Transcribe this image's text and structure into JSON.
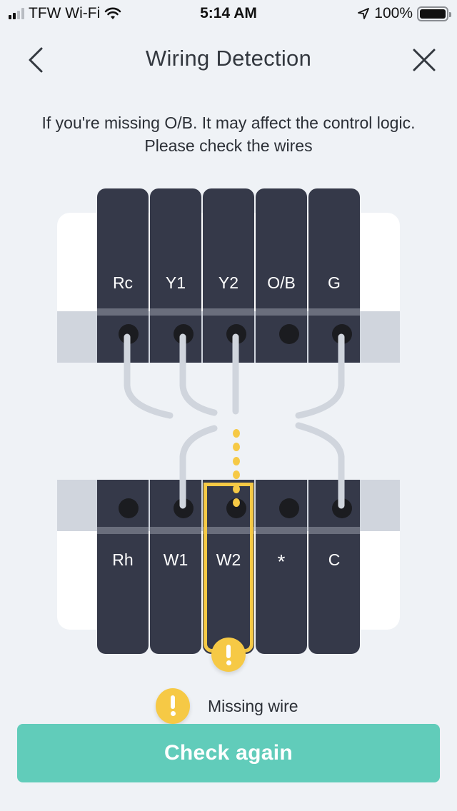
{
  "status_bar": {
    "carrier": "TFW Wi-Fi",
    "time": "5:14 AM",
    "battery": "100%",
    "signal_bars_active": 2,
    "signal_bars_total": 4,
    "icons": [
      "signal-icon",
      "wifi-icon",
      "location-arrow-icon",
      "battery-icon"
    ]
  },
  "header": {
    "title": "Wiring Detection",
    "back_icon": "chevron-left-icon",
    "close_icon": "close-icon"
  },
  "description": "If you're missing O/B. It may affect the control logic. Please check the wires",
  "wiring": {
    "upper_terminals": [
      {
        "label": "Rc",
        "wired": true
      },
      {
        "label": "Y1",
        "wired": true
      },
      {
        "label": "Y2",
        "wired": true
      },
      {
        "label": "O/B",
        "wired": false
      },
      {
        "label": "G",
        "wired": true
      }
    ],
    "lower_terminals": [
      {
        "label": "Rh",
        "wired": false
      },
      {
        "label": "W1",
        "wired": true
      },
      {
        "label": "W2",
        "wired": false,
        "status": "missing"
      },
      {
        "label": "*",
        "wired": false
      },
      {
        "label": "C",
        "wired": true
      }
    ],
    "colors": {
      "terminal": "#353949",
      "wire": "#d0d5dd",
      "warning": "#f6c945",
      "accent": "#61ccba"
    }
  },
  "legend": {
    "icon": "warning-icon",
    "label": "Missing wire"
  },
  "actions": {
    "check_again_label": "Check again"
  }
}
